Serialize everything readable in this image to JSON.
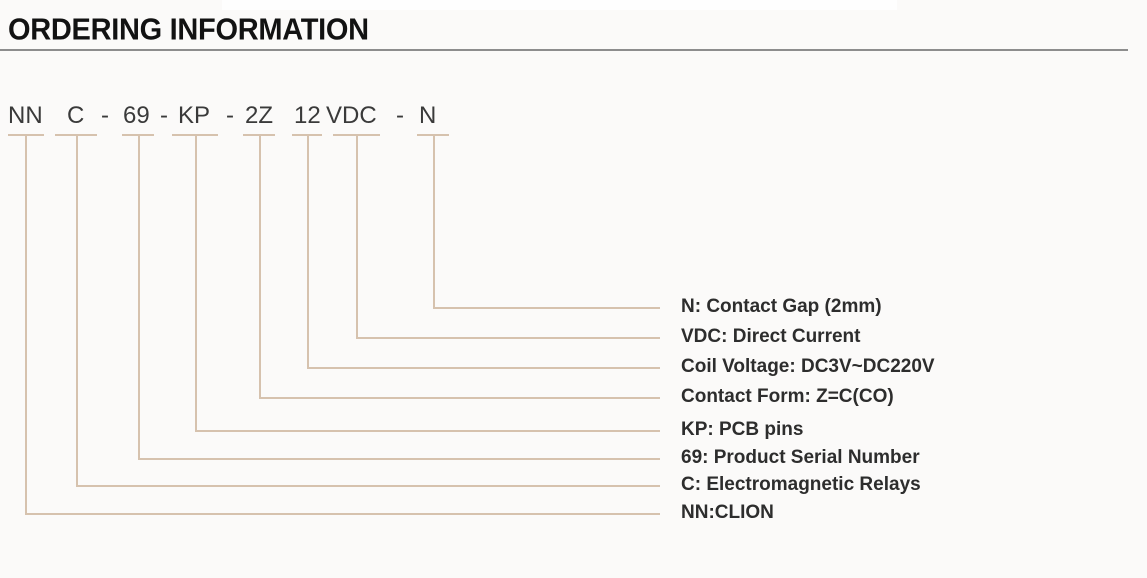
{
  "header": {
    "title": "ORDERING INFORMATION"
  },
  "part_number": {
    "full": "NN C - 69 - KP - 2Z 12 VDC - N",
    "tokens": [
      {
        "text": "NN"
      },
      {
        "text": "C"
      },
      {
        "text": "-"
      },
      {
        "text": "69"
      },
      {
        "text": "-"
      },
      {
        "text": "KP"
      },
      {
        "text": "-"
      },
      {
        "text": "2Z"
      },
      {
        "text": "12"
      },
      {
        "text": "VDC"
      },
      {
        "text": "-"
      },
      {
        "text": "N"
      }
    ]
  },
  "breakdown": [
    {
      "code": "N",
      "label": "N: Contact Gap (2mm)"
    },
    {
      "code": "VDC",
      "label": "VDC: Direct Current"
    },
    {
      "code": "12",
      "label": "Coil Voltage: DC3V~DC220V"
    },
    {
      "code": "2Z",
      "label": "Contact Form: Z=C(CO)"
    },
    {
      "code": "KP",
      "label": "KP: PCB pins"
    },
    {
      "code": "69",
      "label": "69: Product Serial Number"
    },
    {
      "code": "C",
      "label": "C: Electromagnetic Relays"
    },
    {
      "code": "NN",
      "label": "NN:CLION"
    }
  ],
  "colors": {
    "background": "#fbfaf9",
    "connector_line": "#d6c2ae",
    "heading_text": "#121212",
    "heading_rule": "#8d8d8d",
    "body_text": "#2d2d2d"
  }
}
